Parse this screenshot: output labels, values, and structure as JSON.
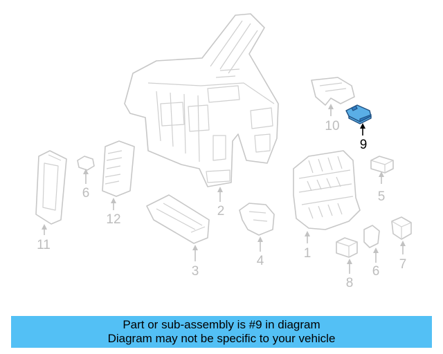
{
  "diagram": {
    "callouts": [
      {
        "id": "1",
        "label": "1",
        "highlighted": false
      },
      {
        "id": "2",
        "label": "2",
        "highlighted": false
      },
      {
        "id": "3",
        "label": "3",
        "highlighted": false
      },
      {
        "id": "4",
        "label": "4",
        "highlighted": false
      },
      {
        "id": "5",
        "label": "5",
        "highlighted": false
      },
      {
        "id": "6a",
        "label": "6",
        "highlighted": false
      },
      {
        "id": "6b",
        "label": "6",
        "highlighted": false
      },
      {
        "id": "7",
        "label": "7",
        "highlighted": false
      },
      {
        "id": "8",
        "label": "8",
        "highlighted": false
      },
      {
        "id": "9",
        "label": "9",
        "highlighted": true
      },
      {
        "id": "10",
        "label": "10",
        "highlighted": false
      },
      {
        "id": "11",
        "label": "11",
        "highlighted": false
      },
      {
        "id": "12",
        "label": "12",
        "highlighted": false
      }
    ],
    "highlight_color": "#5aaee6",
    "line_color": "#c7c7c7"
  },
  "banner": {
    "line1": "Part or sub-assembly is #9 in diagram",
    "line2": "Diagram may not be specific to your vehicle",
    "background": "#53c0f5"
  }
}
